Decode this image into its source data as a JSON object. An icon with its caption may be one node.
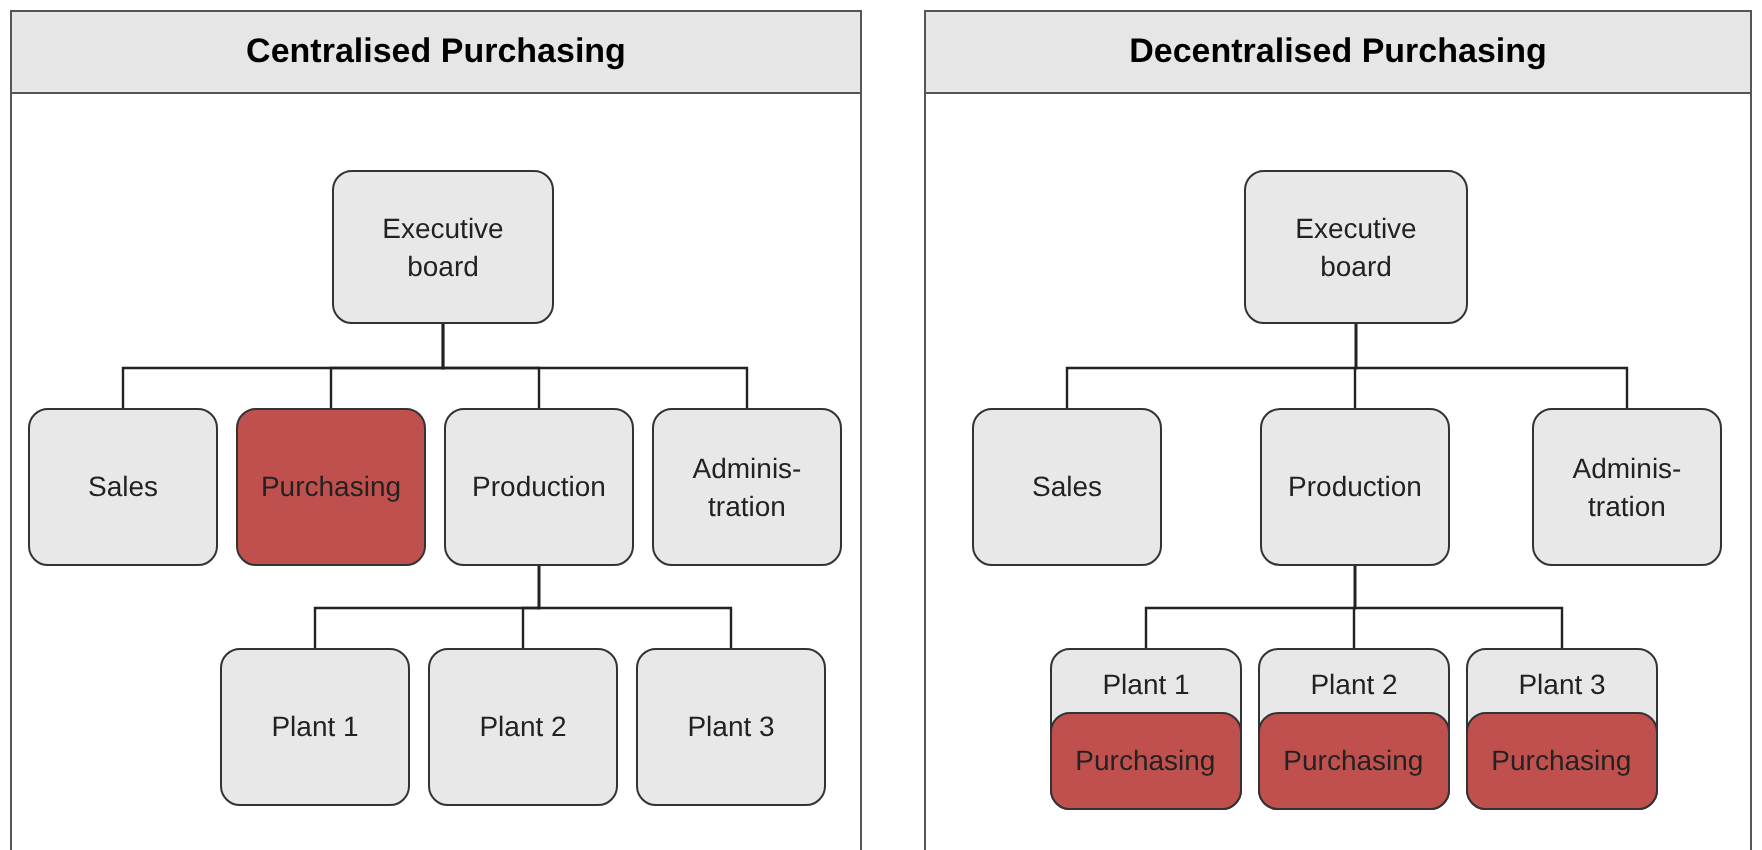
{
  "diagram": {
    "nodes": [
      {
        "text": [
          "Centralised Purchasing"
        ]
      },
      {
        "text": [
          "Executive board"
        ],
        "in": 0
      },
      {
        "text": [
          "Sales"
        ],
        "in": 0
      },
      {
        "text": [
          "Purchasing"
        ],
        "in": 0
      },
      {
        "text": [
          "Production"
        ],
        "in": 0
      },
      {
        "text": [
          "Adminis-tration"
        ],
        "in": 0
      },
      {
        "text": [
          "Plant 1"
        ],
        "in": 0
      },
      {
        "text": [
          "Plant 2"
        ],
        "in": 0
      },
      {
        "text": [
          "Plant 3"
        ],
        "in": 0
      },
      {
        "text": [
          "Decentralised Purchasing"
        ]
      },
      {
        "text": [
          "Executive board"
        ],
        "in": 9
      },
      {
        "text": [
          "Sales"
        ],
        "in": 9
      },
      {
        "text": [
          "Production"
        ],
        "in": 9
      },
      {
        "text": [
          "Adminis-tration"
        ],
        "in": 9
      },
      {
        "text": [
          "Plant 1"
        ],
        "in": 9
      },
      {
        "text": [
          "Purchasing"
        ],
        "in": 14
      },
      {
        "text": [
          "Plant 2"
        ],
        "in": 9
      },
      {
        "text": [
          "Purchasing"
        ],
        "in": 16
      },
      {
        "text": [
          "Plant 3"
        ],
        "in": 9
      },
      {
        "text": [
          "Purchasing"
        ],
        "in": 18
      }
    ],
    "edges": [
      {
        "from": 1,
        "to": 2,
        "arrow": "none"
      },
      {
        "from": 1,
        "to": 3,
        "arrow": "none"
      },
      {
        "from": 1,
        "to": 4,
        "arrow": "none"
      },
      {
        "from": 1,
        "to": 5,
        "arrow": "none"
      },
      {
        "from": 4,
        "to": 6,
        "arrow": "none"
      },
      {
        "from": 4,
        "to": 7,
        "arrow": "none"
      },
      {
        "from": 4,
        "to": 8,
        "arrow": "none"
      },
      {
        "from": 10,
        "to": 11,
        "arrow": "none"
      },
      {
        "from": 10,
        "to": 12,
        "arrow": "none"
      },
      {
        "from": 10,
        "to": 13,
        "arrow": "none"
      },
      {
        "from": 12,
        "to": 14,
        "arrow": "none"
      },
      {
        "from": 12,
        "to": 16,
        "arrow": "none"
      },
      {
        "from": 12,
        "to": 18,
        "arrow": "none"
      }
    ]
  }
}
